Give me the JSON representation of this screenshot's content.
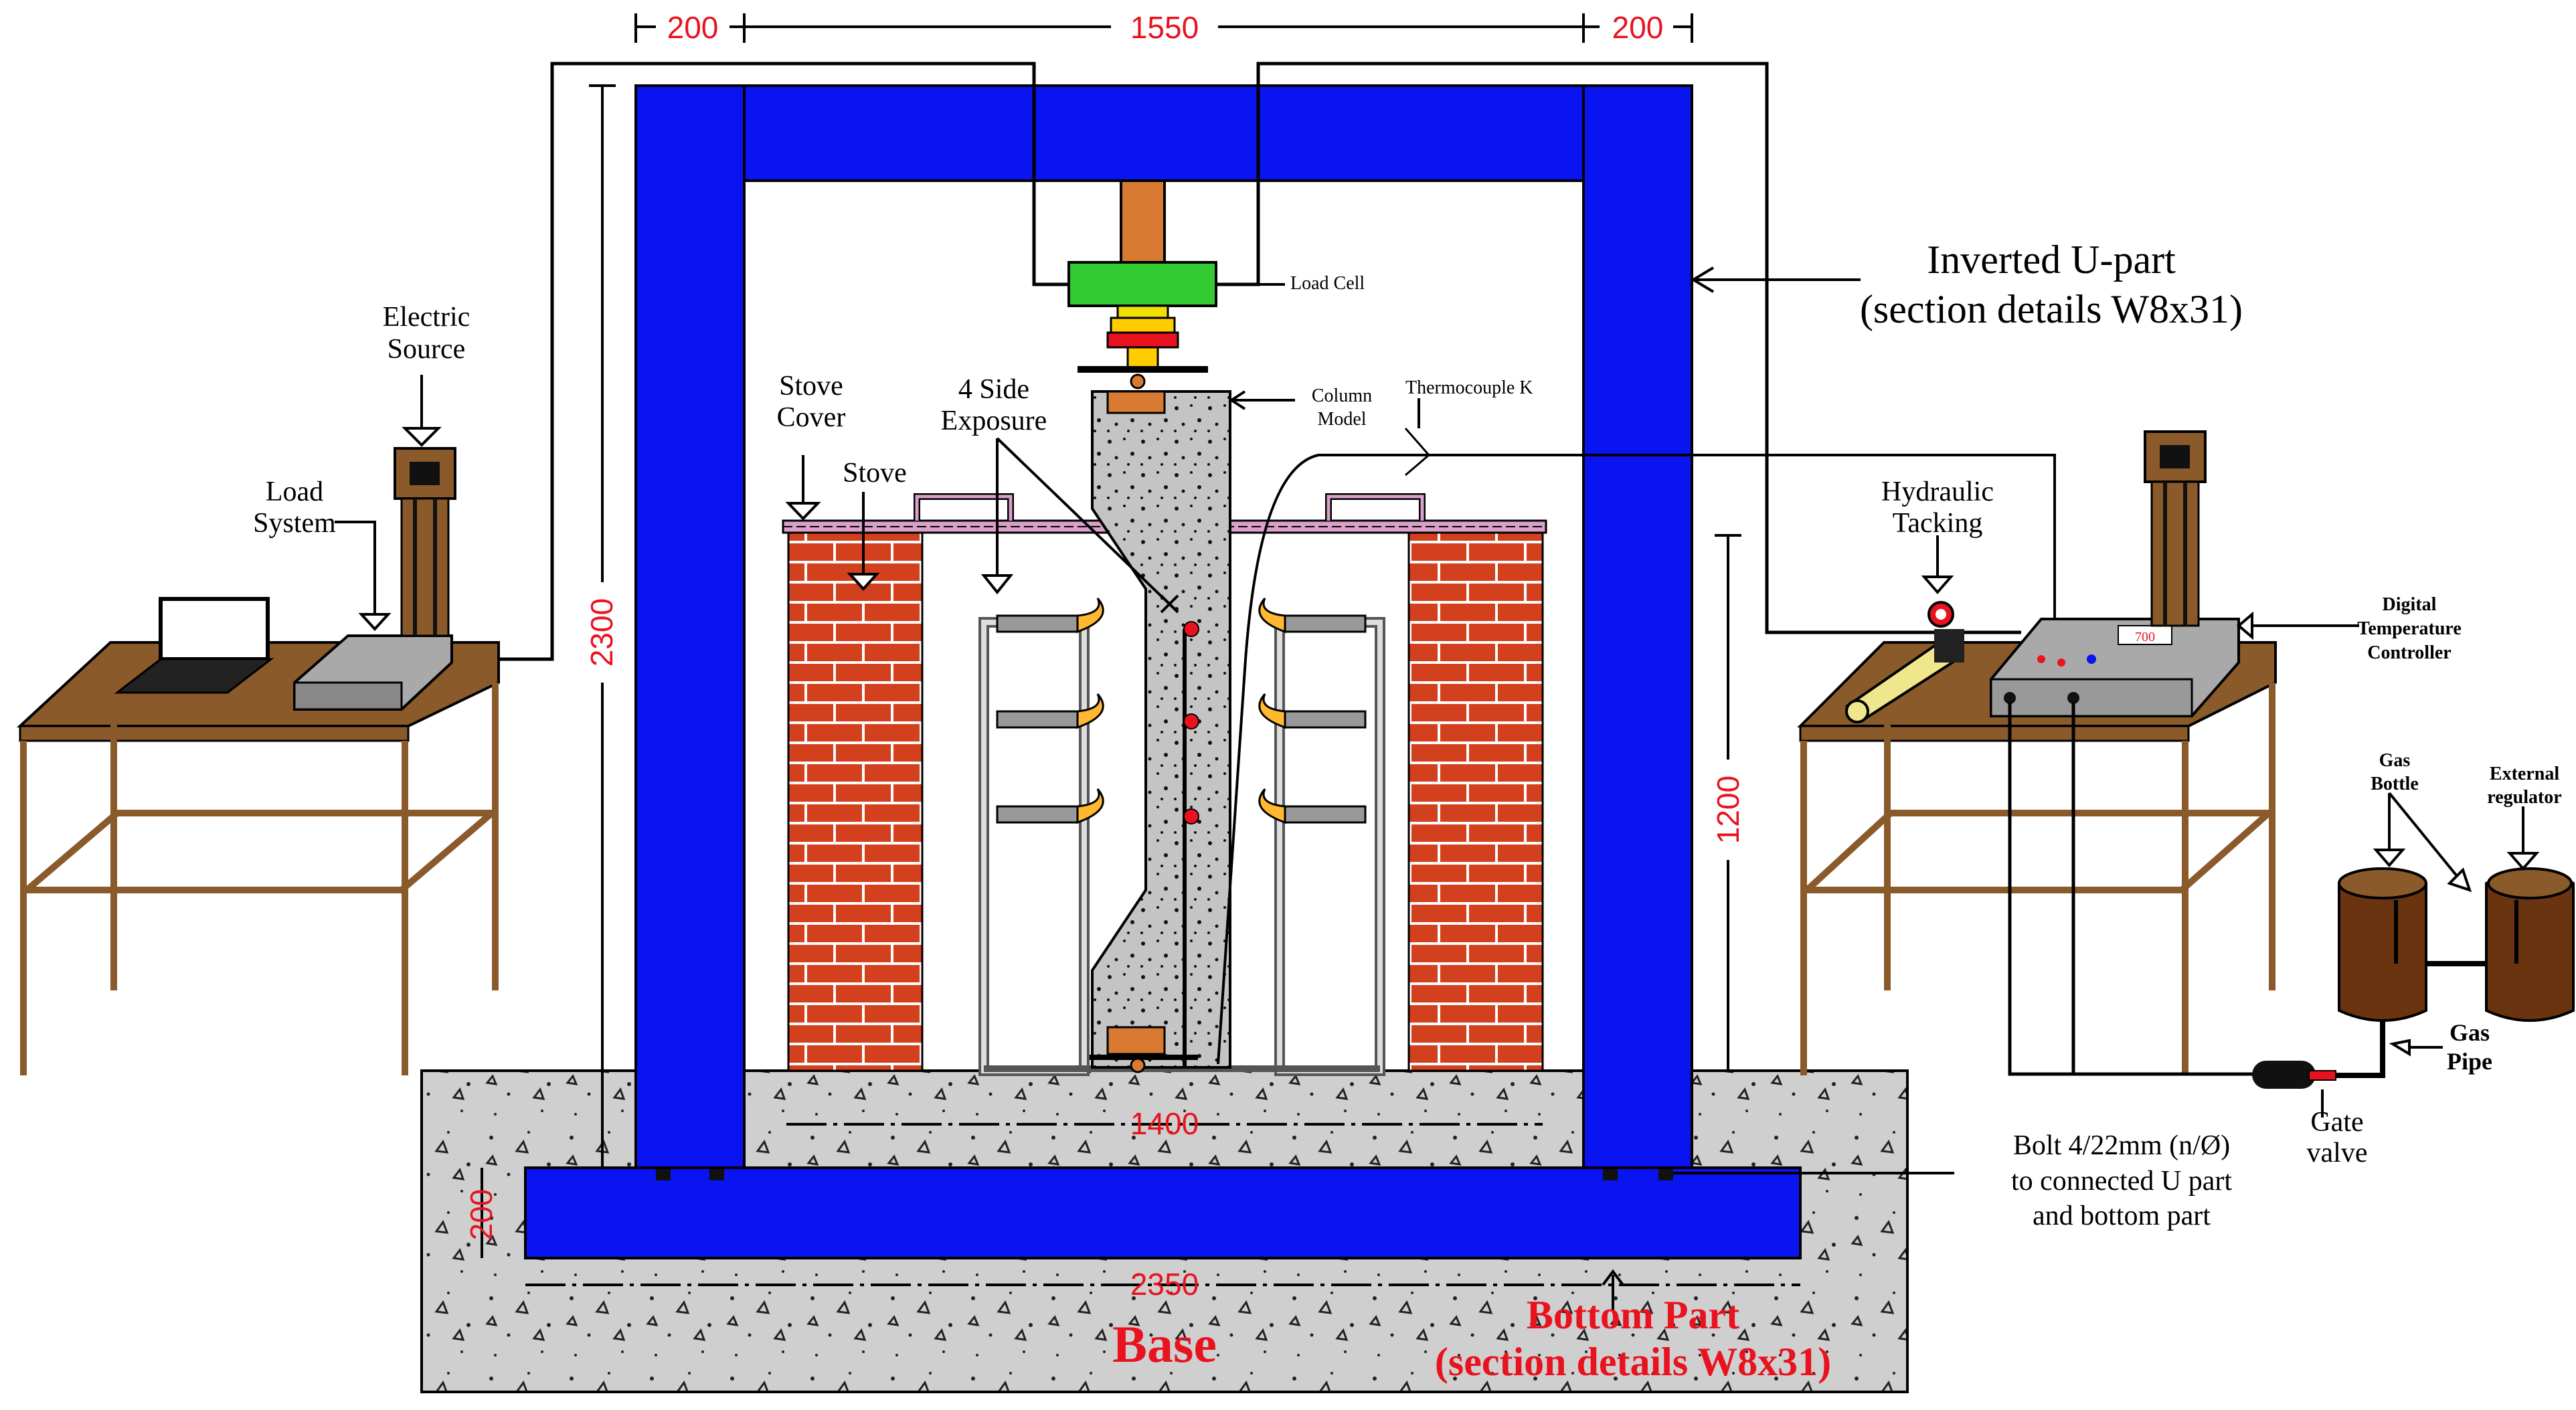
{
  "dimensions": {
    "top_left": "200",
    "top_middle": "1550",
    "top_right": "200",
    "height_frame": "2300",
    "height_right": "1200",
    "inner_width": "1400",
    "base_height": "200",
    "base_width": "2350"
  },
  "labels": {
    "inverted_u_line1": "Inverted U-part",
    "inverted_u_line2": "(section details W8x31)",
    "load_cell": "Load Cell",
    "column_model_line1": "Column",
    "column_model_line2": "Model",
    "thermocouple": "Thermocouple K",
    "four_side_line1": "4 Side",
    "four_side_line2": "Exposure",
    "stove_cover_line1": "Stove",
    "stove_cover_line2": "Cover",
    "stove": "Stove",
    "electric_source_line1": "Electric",
    "electric_source_line2": "Source",
    "load_system_line1": "Load",
    "load_system_line2": "System",
    "hydraulic_line1": "Hydraulic",
    "hydraulic_line2": "Tacking",
    "digital_line1": "Digital",
    "digital_line2": "Temperature",
    "digital_line3": "Controller",
    "gas_bottle_line1": "Gas",
    "gas_bottle_line2": "Bottle",
    "external_line1": "External",
    "external_line2": "regulator",
    "gas_pipe_line1": "Gas",
    "gas_pipe_line2": "Pipe",
    "gate_line1": "Gate",
    "gate_line2": "valve",
    "bolt_line1": "Bolt 4/22mm (n/Ø)",
    "bolt_line2": "to connected U part",
    "bolt_line3": "and bottom part",
    "bottom_part_line1": "Bottom Part",
    "bottom_part_line2": "(section details W8x31)",
    "base": "Base",
    "controller_display": "700"
  },
  "colors": {
    "frame_blue": "#0a14f0",
    "brick_red": "#d2401e",
    "table_brown": "#8a5a2b",
    "load_cell_green": "#33cc33",
    "dimension_red": "#e8131f",
    "concrete_gray": "#c8c8c8"
  }
}
